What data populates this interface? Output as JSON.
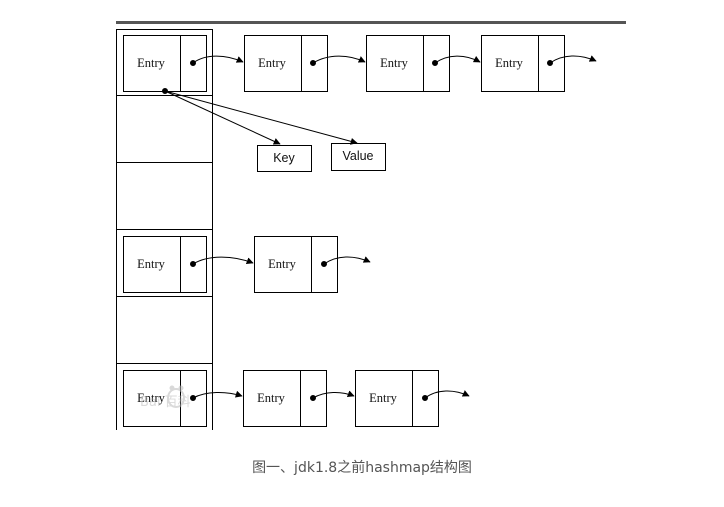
{
  "caption": "图一、jdk1.8之前hashmap结构图",
  "labels": {
    "entry": "Entry",
    "key": "Key",
    "value": "Value",
    "watermark": "Bai 百科"
  },
  "colors": {
    "background": "#ffffff",
    "line": "#000000",
    "top_rule": "#555555",
    "caption": "#555555",
    "watermark": "#c8c8c8"
  },
  "structure": {
    "bucket_count": 6,
    "occupied_buckets": [
      {
        "bucket": 1,
        "chain_entries": 4,
        "fields": [
          "Key",
          "Value"
        ]
      },
      {
        "bucket": 4,
        "chain_entries": 2
      },
      {
        "bucket": 6,
        "chain_entries": 3
      }
    ]
  }
}
